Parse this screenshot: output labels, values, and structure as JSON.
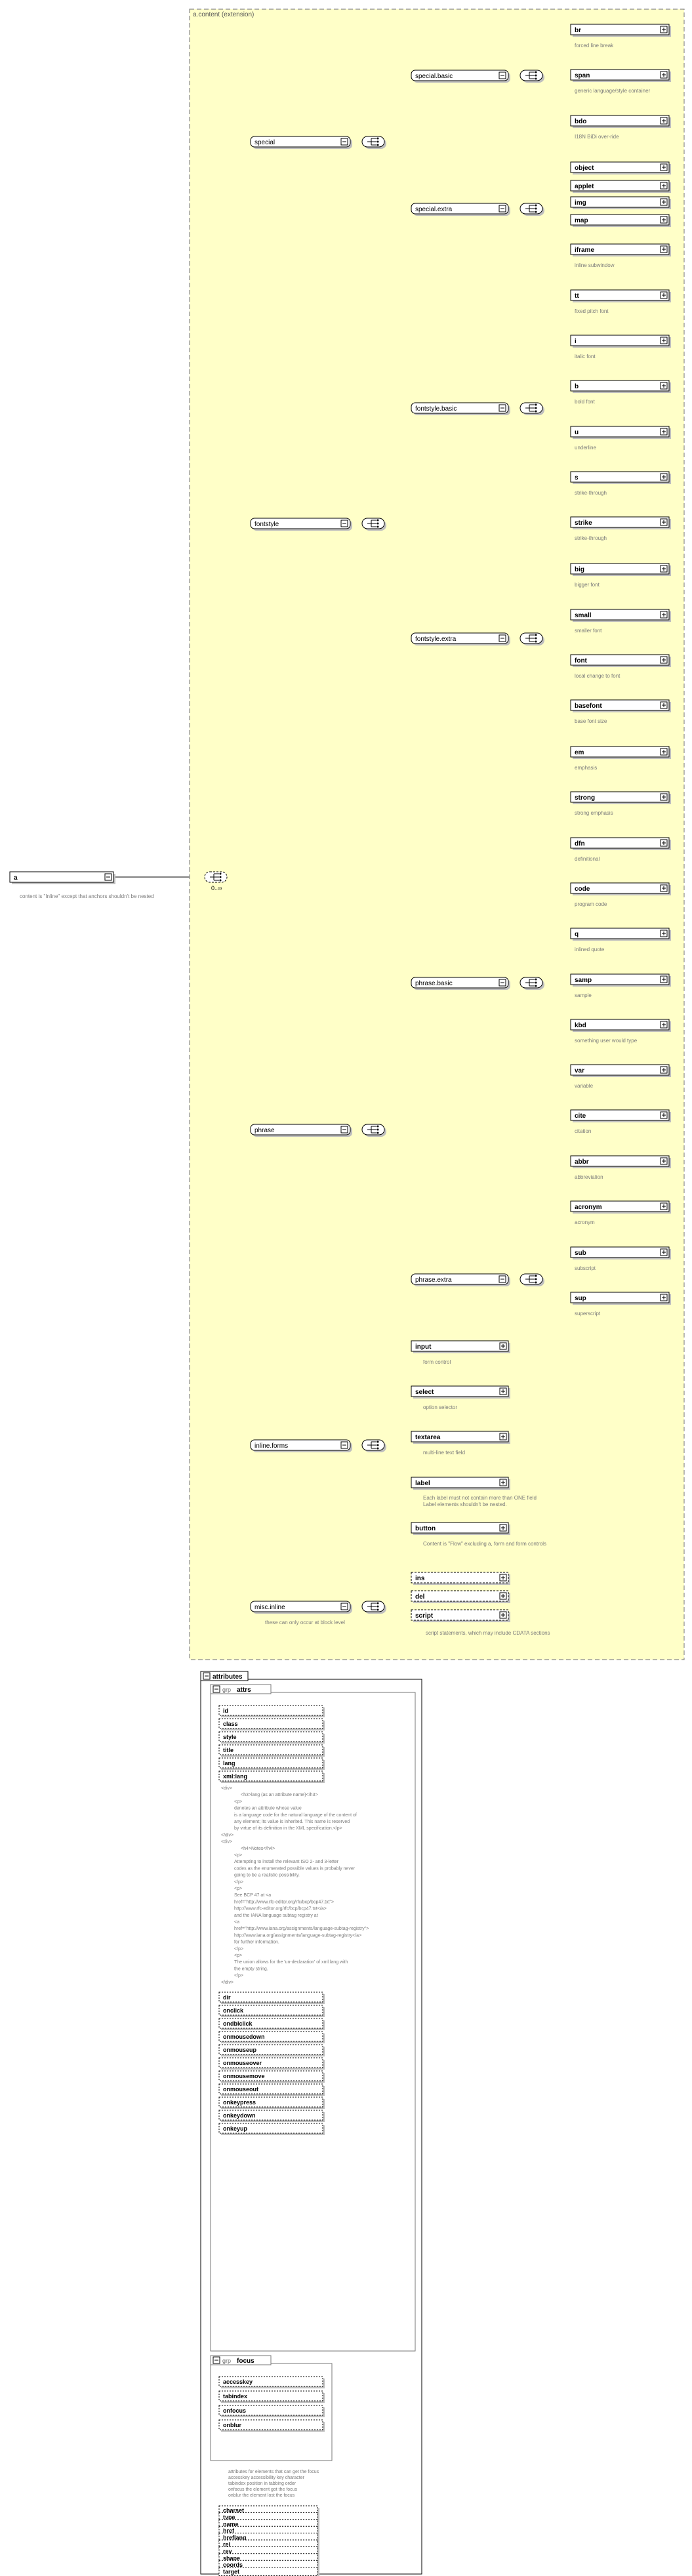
{
  "root": {
    "label": "a",
    "desc": "content is \"Inline\" except that anchors shouldn't be nested",
    "occurs": "0..∞"
  },
  "content_label": "a.content (extension)",
  "groups": [
    {
      "label": "special",
      "subs": [
        {
          "label": "special.basic",
          "items": [
            {
              "label": "br",
              "desc": "forced line break"
            },
            {
              "label": "span",
              "desc": "generic language/style container"
            },
            {
              "label": "bdo",
              "desc": "I18N BiDi over-ride"
            }
          ]
        },
        {
          "label": "special.extra",
          "items": [
            {
              "label": "object",
              "desc": ""
            },
            {
              "label": "applet",
              "desc": ""
            },
            {
              "label": "img",
              "desc": ""
            },
            {
              "label": "map",
              "desc": ""
            },
            {
              "label": "iframe",
              "desc": "inline subwindow"
            }
          ]
        }
      ]
    },
    {
      "label": "fontstyle",
      "subs": [
        {
          "label": "fontstyle.basic",
          "items": [
            {
              "label": "tt",
              "desc": "fixed pitch font"
            },
            {
              "label": "i",
              "desc": "italic font"
            },
            {
              "label": "b",
              "desc": "bold font"
            },
            {
              "label": "u",
              "desc": "underline"
            },
            {
              "label": "s",
              "desc": "strike-through"
            },
            {
              "label": "strike",
              "desc": "strike-through"
            }
          ]
        },
        {
          "label": "fontstyle.extra",
          "items": [
            {
              "label": "big",
              "desc": "bigger font"
            },
            {
              "label": "small",
              "desc": "smaller font"
            },
            {
              "label": "font",
              "desc": "local change to font"
            },
            {
              "label": "basefont",
              "desc": "base font size"
            }
          ]
        }
      ]
    },
    {
      "label": "phrase",
      "subs": [
        {
          "label": "phrase.basic",
          "items": [
            {
              "label": "em",
              "desc": "emphasis"
            },
            {
              "label": "strong",
              "desc": "strong emphasis"
            },
            {
              "label": "dfn",
              "desc": "definitional"
            },
            {
              "label": "code",
              "desc": "program code"
            },
            {
              "label": "q",
              "desc": "inlined quote"
            },
            {
              "label": "samp",
              "desc": "sample"
            },
            {
              "label": "kbd",
              "desc": "something user would type"
            },
            {
              "label": "var",
              "desc": "variable"
            },
            {
              "label": "cite",
              "desc": "citation"
            },
            {
              "label": "abbr",
              "desc": "abbreviation"
            },
            {
              "label": "acronym",
              "desc": "acronym"
            }
          ]
        },
        {
          "label": "phrase.extra",
          "items": [
            {
              "label": "sub",
              "desc": "subscript"
            },
            {
              "label": "sup",
              "desc": "superscript"
            }
          ]
        }
      ]
    },
    {
      "label": "inline.forms",
      "items": [
        {
          "label": "input",
          "desc": "form control"
        },
        {
          "label": "select",
          "desc": "option selector"
        },
        {
          "label": "textarea",
          "desc": "multi-line text field"
        },
        {
          "label": "label",
          "desc": "Each label must not contain more than ONE field Label elements shouldn't be nested."
        },
        {
          "label": "button",
          "desc": "Content is \"Flow\" excluding a, form and form controls"
        }
      ]
    },
    {
      "label": "misc.inline",
      "desc": "these can only occur at block level",
      "items": [
        {
          "label": "ins",
          "desc": ""
        },
        {
          "label": "del",
          "desc": ""
        },
        {
          "label": "script",
          "desc": "script statements, which may include CDATA sections"
        }
      ]
    }
  ],
  "attributes": {
    "title": "attributes",
    "attrs_group": {
      "label": "attrs",
      "prefix": "grp",
      "items_a": [
        "id",
        "class",
        "style",
        "title",
        "lang",
        "xml:lang"
      ],
      "doc_lines": [
        "<div>",
        "<h3>lang (as an attribute name)</h3>",
        "<p>",
        "denotes an attribute whose value",
        "is a language code for the natural language of the content of",
        "any element; its value is inherited.  This name is reserved",
        "by virtue of its definition in the XML specification.</p>",
        "</div>",
        "<div>",
        "<h4>Notes</h4>",
        "<p>",
        "Attempting to install the relevant ISO 2- and 3-letter",
        "codes as the enumerated possible values is probably never",
        "going to be a realistic possibility.",
        "</p>",
        "<p>",
        "See BCP 47 at <a",
        "href=\"http://www.rfc-editor.org/rfc/bcp/bcp47.txt\">",
        "http://www.rfc-editor.org/rfc/bcp/bcp47.txt</a>",
        "and the IANA language subtag registry at",
        "<a",
        "href=\"http://www.iana.org/assignments/language-subtag-registry\">",
        "http://www.iana.org/assignments/language-subtag-registry</a>",
        "for further information.",
        "</p>",
        "<p>",
        "The union allows for the 'un-declaration' of xml:lang with",
        "the empty string.",
        "</p>",
        "</div>"
      ],
      "items_b": [
        "dir",
        "onclick",
        "ondblclick",
        "onmousedown",
        "onmouseup",
        "onmouseover",
        "onmousemove",
        "onmouseout",
        "onkeypress",
        "onkeydown",
        "onkeyup"
      ]
    },
    "focus_group": {
      "label": "focus",
      "prefix": "grp",
      "items": [
        "accesskey",
        "tabindex",
        "onfocus",
        "onblur"
      ],
      "doc_lines": [
        "attributes for elements that can get the focus",
        "accesskey    accessibility key character",
        "tabindex     position in tabbing order",
        "onfocus      the element got the focus",
        "onblur       the element lost the focus"
      ]
    },
    "own_items": [
      "charset",
      "type",
      "name",
      "href",
      "hreflang",
      "rel",
      "rev",
      "shape",
      "coords",
      "target"
    ]
  },
  "colors": {
    "content_bg": "#ffffc8",
    "border": "#8a8a8a",
    "text": "#000000",
    "desc": "#7a7a7a"
  }
}
